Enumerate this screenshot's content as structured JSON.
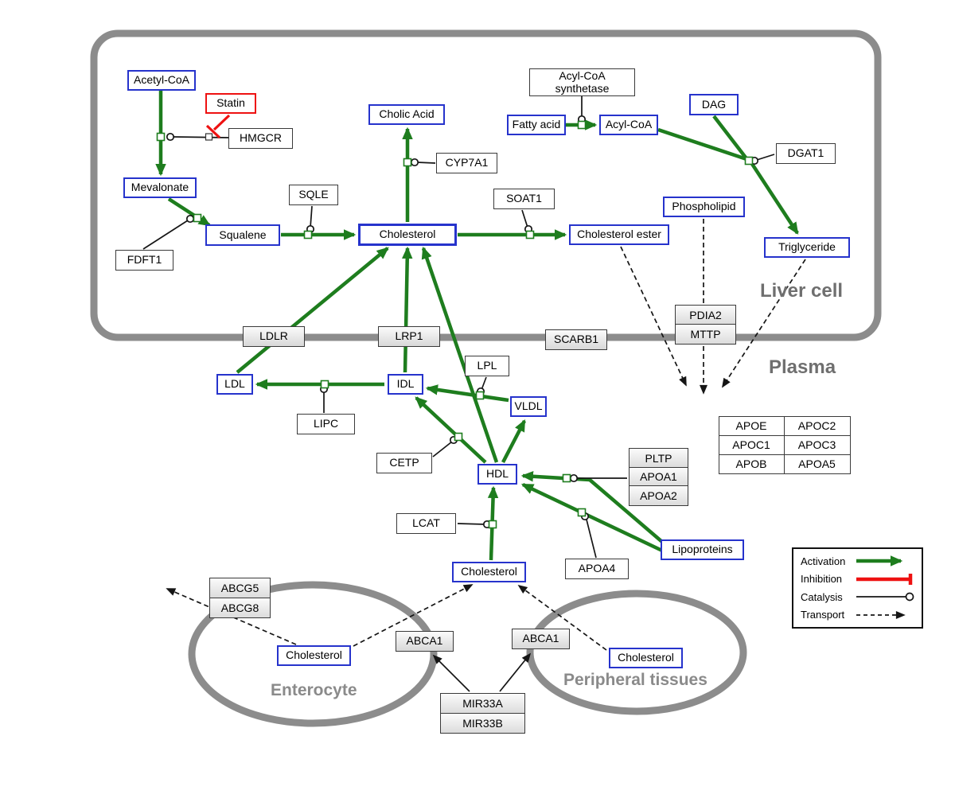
{
  "regions": {
    "liver_cell": {
      "label": "Liver cell"
    },
    "plasma": {
      "label": "Plasma"
    },
    "enterocyte": {
      "label": "Enterocyte"
    },
    "peripheral_tissues": {
      "label": "Peripheral tissues"
    }
  },
  "nodes": {
    "acetyl_coa": {
      "label": "Acetyl-CoA",
      "type": "metabolite"
    },
    "statin": {
      "label": "Statin",
      "type": "drug"
    },
    "hmgcr": {
      "label": "HMGCR",
      "type": "gene"
    },
    "mevalonate": {
      "label": "Mevalonate",
      "type": "metabolite"
    },
    "fdft1": {
      "label": "FDFT1",
      "type": "gene"
    },
    "squalene": {
      "label": "Squalene",
      "type": "metabolite"
    },
    "sqle": {
      "label": "SQLE",
      "type": "gene"
    },
    "cholic_acid": {
      "label": "Cholic Acid",
      "type": "metabolite"
    },
    "cyp7a1": {
      "label": "CYP7A1",
      "type": "gene"
    },
    "cholesterol_liver": {
      "label": "Cholesterol",
      "type": "metabolite"
    },
    "soat1": {
      "label": "SOAT1",
      "type": "gene"
    },
    "cholesterol_ester": {
      "label": "Cholesterol ester",
      "type": "metabolite"
    },
    "acyl_coa_synthetase": {
      "label": "Acyl-CoA synthetase",
      "type": "gene"
    },
    "fatty_acid": {
      "label": "Fatty acid",
      "type": "metabolite"
    },
    "acyl_coa2": {
      "label": "Acyl-CoA",
      "type": "metabolite"
    },
    "dag": {
      "label": "DAG",
      "type": "metabolite"
    },
    "dgat1": {
      "label": "DGAT1",
      "type": "gene"
    },
    "phospholipid": {
      "label": "Phospholipid",
      "type": "metabolite"
    },
    "triglyceride": {
      "label": "Triglyceride",
      "type": "metabolite"
    },
    "ldlr": {
      "label": "LDLR",
      "type": "receptor"
    },
    "lrp1": {
      "label": "LRP1",
      "type": "receptor"
    },
    "scarb1": {
      "label": "SCARB1",
      "type": "receptor"
    },
    "pdia2": {
      "label": "PDIA2",
      "type": "gene"
    },
    "mttp": {
      "label": "MTTP",
      "type": "gene"
    },
    "ldl": {
      "label": "LDL",
      "type": "metabolite"
    },
    "idl": {
      "label": "IDL",
      "type": "metabolite"
    },
    "vldl": {
      "label": "VLDL",
      "type": "metabolite"
    },
    "hdl": {
      "label": "HDL",
      "type": "metabolite"
    },
    "lipc": {
      "label": "LIPC",
      "type": "gene"
    },
    "lpl": {
      "label": "LPL",
      "type": "gene"
    },
    "cetp": {
      "label": "CETP",
      "type": "gene"
    },
    "lcat": {
      "label": "LCAT",
      "type": "gene"
    },
    "pltp": {
      "label": "PLTP",
      "type": "gene"
    },
    "apoa1": {
      "label": "APOA1",
      "type": "gene"
    },
    "apoa2": {
      "label": "APOA2",
      "type": "gene"
    },
    "apoa4": {
      "label": "APOA4",
      "type": "gene"
    },
    "lipoproteins": {
      "label": "Lipoproteins",
      "type": "metabolite"
    },
    "cholesterol_plasma": {
      "label": "Cholesterol",
      "type": "metabolite"
    },
    "abcg5": {
      "label": "ABCG5",
      "type": "gene"
    },
    "abcg8": {
      "label": "ABCG8",
      "type": "gene"
    },
    "cholesterol_enterocyte": {
      "label": "Cholesterol",
      "type": "metabolite"
    },
    "abca1_enterocyte": {
      "label": "ABCA1",
      "type": "gene"
    },
    "abca1_peripheral": {
      "label": "ABCA1",
      "type": "gene"
    },
    "cholesterol_peripheral": {
      "label": "Cholesterol",
      "type": "metabolite"
    },
    "mir33a": {
      "label": "MIR33A",
      "type": "gene"
    },
    "mir33b": {
      "label": "MIR33B",
      "type": "gene"
    }
  },
  "apo_table": {
    "rows": [
      [
        "APOE",
        "APOC2"
      ],
      [
        "APOC1",
        "APOC3"
      ],
      [
        "APOB",
        "APOA5"
      ]
    ]
  },
  "legend": {
    "items": [
      {
        "label": "Activation"
      },
      {
        "label": "Inhibition"
      },
      {
        "label": "Catalysis"
      },
      {
        "label": "Transport"
      }
    ]
  },
  "colors": {
    "activation": "#1e7d1e",
    "inhibition": "#ee1111",
    "catalysis": "#151515",
    "transport": "#151515",
    "metabolite_border": "#2633cc",
    "membrane": "#8c8c8c"
  }
}
